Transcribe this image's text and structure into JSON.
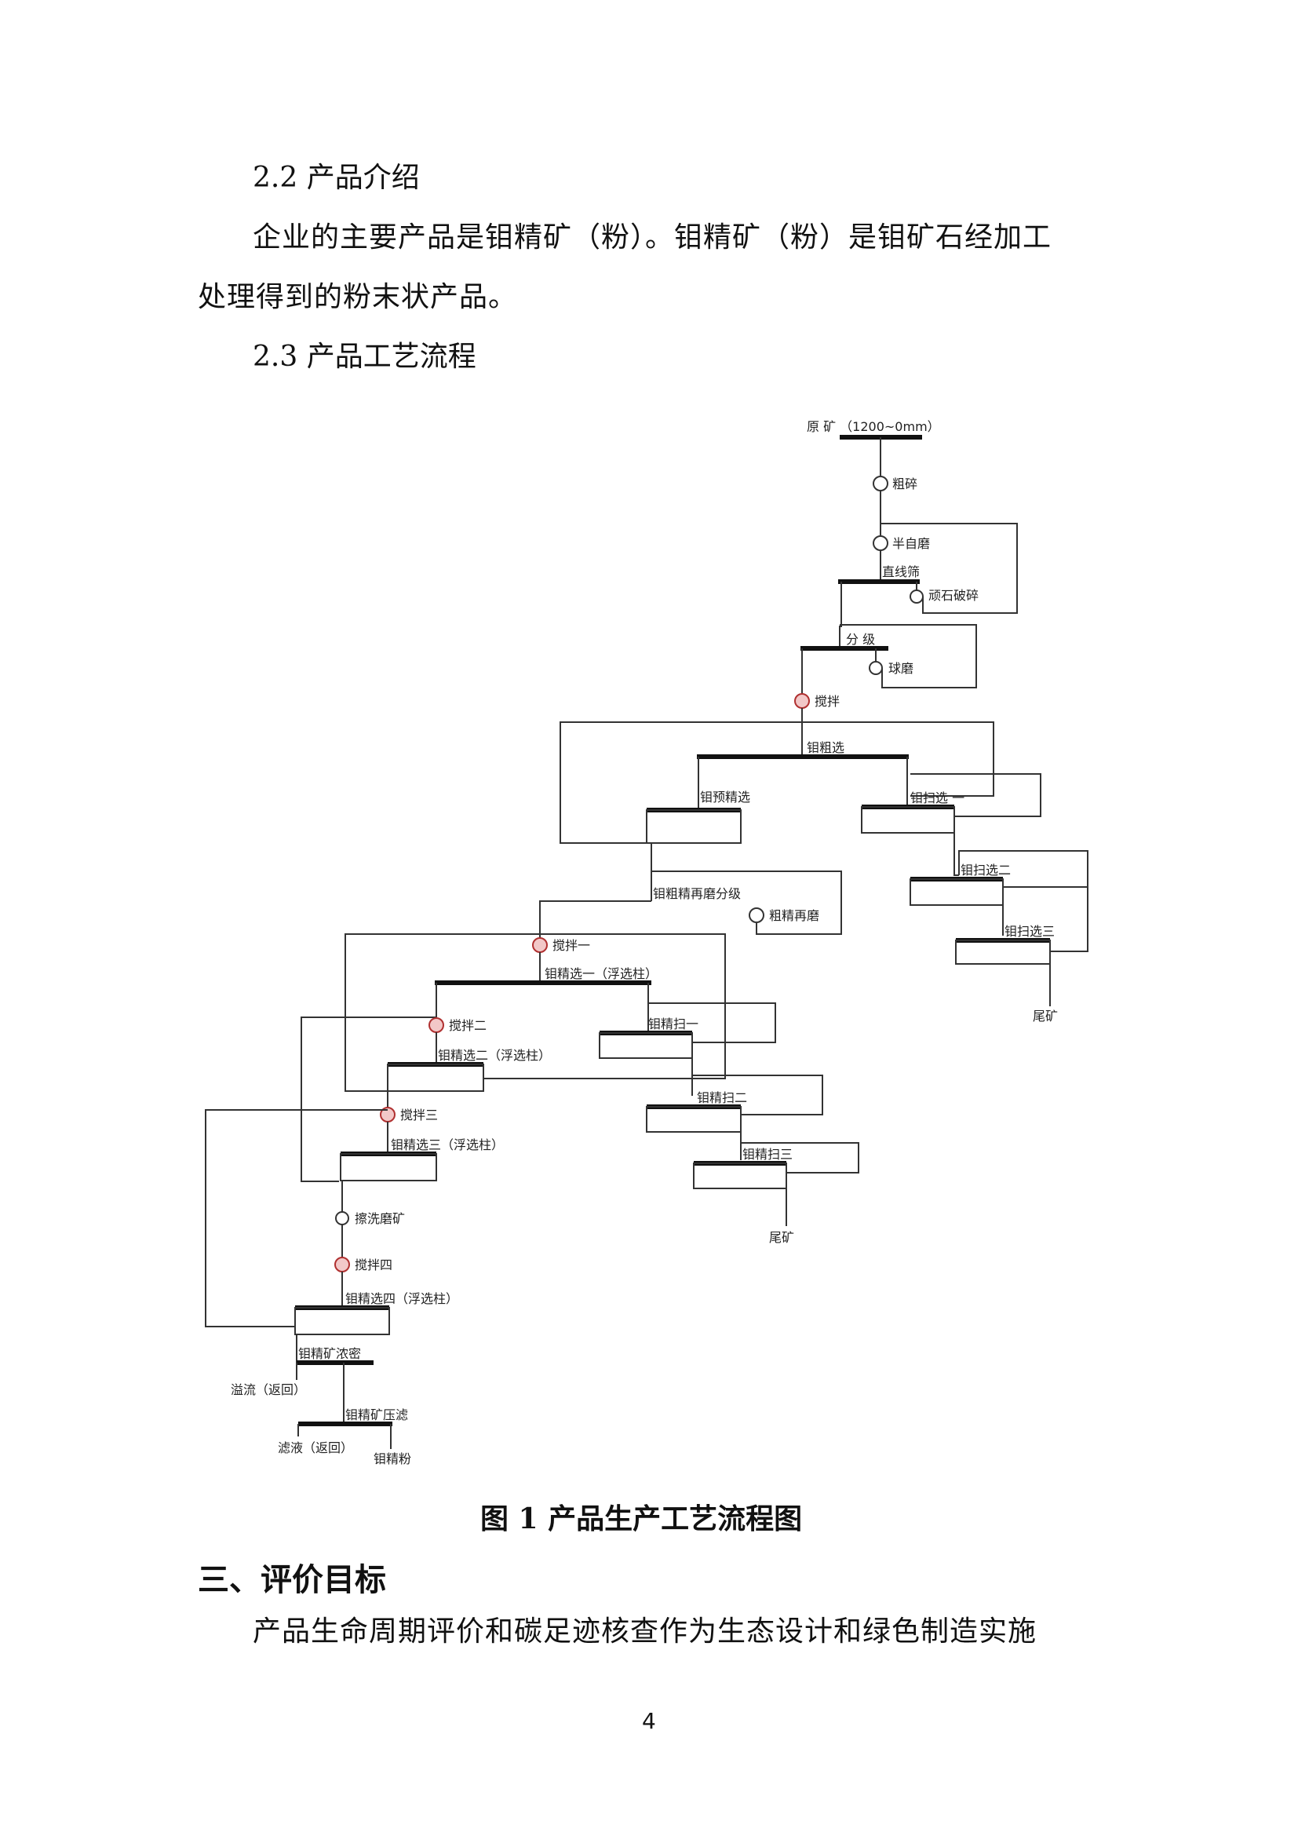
{
  "section_2_2": {
    "heading": "2.2 产品介绍",
    "para_line1": "企业的主要产品是钼精矿（粉）。钼精矿（粉）是钼矿石经加工",
    "para_line2": "处理得到的粉末状产品。"
  },
  "section_2_3": {
    "heading": "2.3 产品工艺流程"
  },
  "flowchart": {
    "raw_ore": "原 矿 （1200~0mm）",
    "coarse_crush": "粗碎",
    "sag_mill": "半自磨",
    "linear_screen": "直线筛",
    "pebble_crush": "顽石破碎",
    "classify": "分 级",
    "ball_mill": "球磨",
    "stir": "搅拌",
    "mo_rougher": "钼粗选",
    "mo_pre_cleaner": "钼预精选",
    "mo_scav1": "钼扫选 一",
    "mo_scav2": "钼扫选二",
    "mo_scav3": "钼扫选三",
    "tailings1": "尾矿",
    "regrind_classify": "钼粗精再磨分级",
    "regrind": "粗精再磨",
    "stir1": "搅拌一",
    "cleaner1": "钼精选一（浮选柱）",
    "clean_scav1": "钼精扫一",
    "stir2": "搅拌二",
    "cleaner2": "钼精选二（浮选柱）",
    "clean_scav2": "钼精扫二",
    "stir3": "搅拌三",
    "cleaner3": "钼精选三（浮选柱）",
    "clean_scav3": "钼精扫三",
    "tailings2": "尾矿",
    "scrub_mill": "擦洗磨矿",
    "stir4": "搅拌四",
    "cleaner4": "钼精选四（浮选柱）",
    "thicken": "钼精矿浓密",
    "overflow": "溢流（返回）",
    "press_filter": "钼精矿压滤",
    "filtrate": "滤液（返回）",
    "mo_powder": "钼精粉"
  },
  "figure_caption": "图 1  产品生产工艺流程图",
  "section_3": {
    "heading": "三、评价目标",
    "para_line1": "产品生命周期评价和碳足迹核查作为生态设计和绿色制造实施"
  },
  "page_number": "4"
}
